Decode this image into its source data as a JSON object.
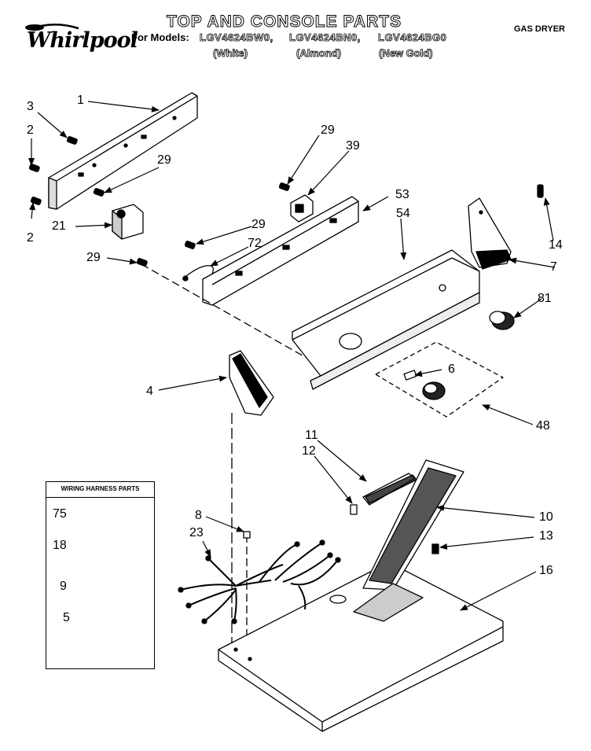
{
  "header": {
    "brand": "Whirlpool",
    "title": "TOP AND CONSOLE PARTS",
    "models_label": "For Models:",
    "models": [
      "LGV4624BW0,",
      "LGV4624BN0,",
      "LGV4624BG0"
    ],
    "variants": [
      "(White)",
      "(Almond)",
      "(New Gold)"
    ],
    "dryer_type": "GAS DRYER"
  },
  "legend": {
    "title": "WIRING HARNESS PARTS",
    "items": [
      "75",
      "18",
      "9",
      "5"
    ]
  },
  "callouts": [
    "1",
    "3",
    "2",
    "29",
    "2",
    "21",
    "29",
    "72",
    "29",
    "29",
    "39",
    "53",
    "54",
    "14",
    "7",
    "81",
    "6",
    "48",
    "4",
    "11",
    "12",
    "10",
    "8",
    "23",
    "13",
    "16"
  ]
}
